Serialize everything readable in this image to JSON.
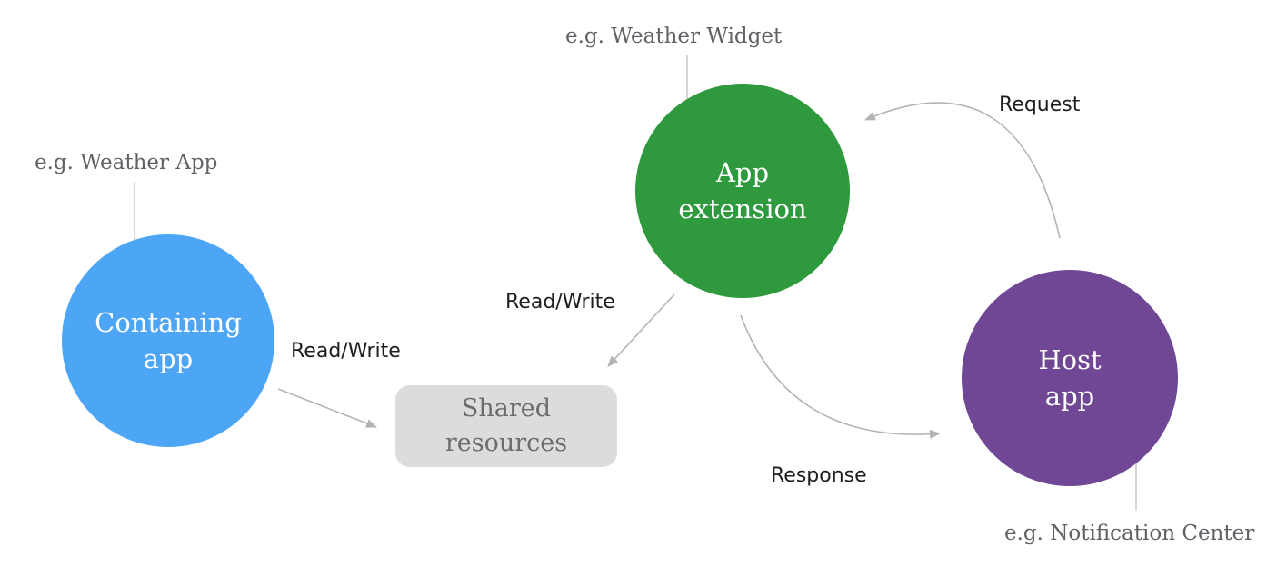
{
  "colors": {
    "containing_app": "#4da6f5",
    "app_extension": "#2e9a3d",
    "host_app": "#6f4794",
    "shared_resources": "#dcdcdd",
    "connector": "#b3b3b3"
  },
  "nodes": {
    "containing_app": {
      "label": "Containing\napp"
    },
    "app_extension": {
      "label": "App\nextension"
    },
    "host_app": {
      "label": "Host\napp"
    },
    "shared_resources": {
      "label": "Shared\nresources"
    }
  },
  "examples": {
    "containing_app": "e.g. Weather App",
    "app_extension": "e.g. Weather Widget",
    "host_app": "e.g. Notification Center"
  },
  "edges": {
    "containing_to_shared": "Read/Write",
    "extension_to_shared": "Read/Write",
    "host_to_extension": "Request",
    "extension_to_host": "Response"
  }
}
